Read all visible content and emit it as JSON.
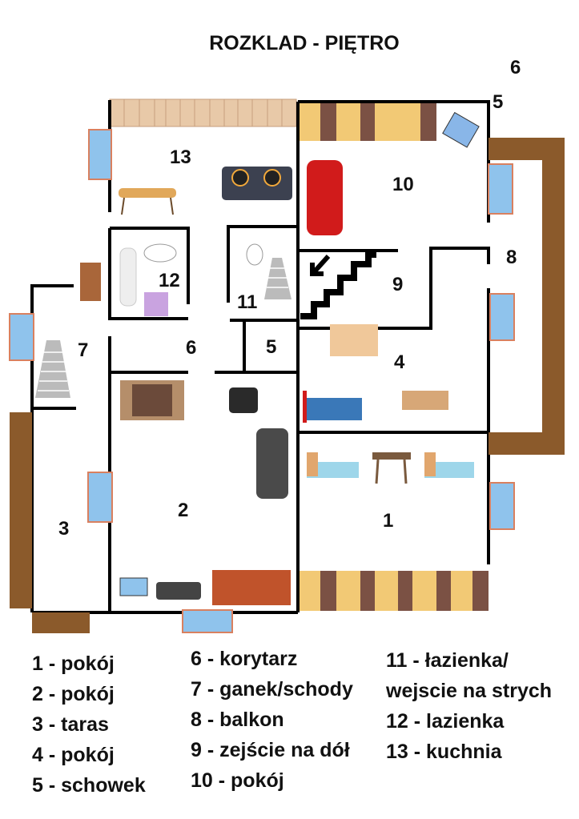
{
  "title": "ROZKLAD - PIĘTRO",
  "rooms": [
    {
      "id": "1",
      "name": "pokój"
    },
    {
      "id": "2",
      "name": "pokój"
    },
    {
      "id": "3",
      "name": "taras"
    },
    {
      "id": "4",
      "name": "pokój"
    },
    {
      "id": "5",
      "name": "schowek"
    },
    {
      "id": "6",
      "name": "korytarz"
    },
    {
      "id": "7",
      "name": "ganek/schody"
    },
    {
      "id": "8",
      "name": "balkon"
    },
    {
      "id": "9",
      "name": "zejście na dół"
    },
    {
      "id": "10",
      "name": "pokój"
    },
    {
      "id": "11",
      "name": "łazienka/ wejscie na strych"
    },
    {
      "id": "12",
      "name": "lazienka"
    },
    {
      "id": "13",
      "name": "kuchnia"
    }
  ],
  "extra_labels": {
    "five_top": "5",
    "six_top": "6"
  },
  "legend": {
    "col1": [
      "1 -  pokój",
      "2 - pokój",
      "3 - taras",
      "4 - pokój",
      "5 - schowek"
    ],
    "col2": [
      "6 - korytarz",
      "7 - ganek/schody",
      "8 - balkon",
      "9 - zejście na dół",
      "10 - pokój"
    ],
    "col3": [
      "11 - łazienka/",
      "wejscie na strych",
      "12 - lazienka",
      "13 - kuchnia"
    ]
  },
  "colors": {
    "wall": "#000000",
    "window": "#8fc3ec",
    "railing": "#7a4a1e",
    "cabinet": "#e8c9a8"
  }
}
